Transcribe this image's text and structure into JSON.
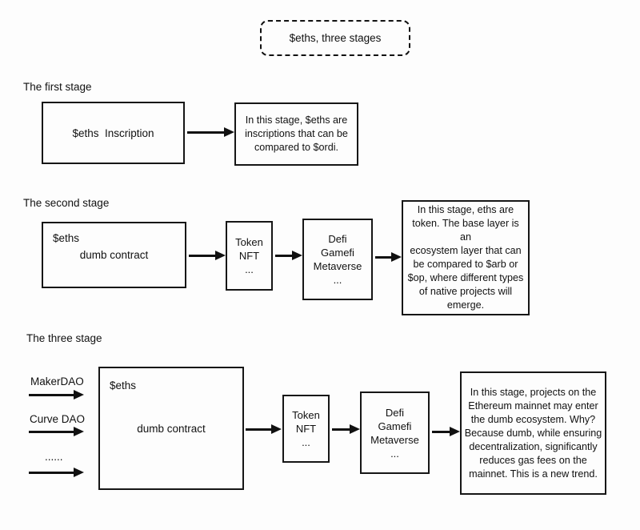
{
  "colors": {
    "ink": "#111111",
    "background": "#fdfdfd"
  },
  "title": {
    "label": "$eths, three stages"
  },
  "stage1": {
    "label": "The first stage",
    "main_box": "$eths  Inscription",
    "note": "In this stage, $eths are\ninscriptions that can be\ncompared to $ordi."
  },
  "stage2": {
    "label": "The second stage",
    "tag": "$eths",
    "main_box": "dumb contract",
    "token_box": "Token\nNFT\n...",
    "defi_box": "Defi\nGamefi\nMetaverse\n...",
    "note": "In this stage, eths are\ntoken. The base layer is an\necosystem layer that can\nbe compared to $arb or\n$op, where different types\nof native projects will\nemerge."
  },
  "stage3": {
    "label": "The three stage",
    "inputs": [
      "MakerDAO",
      "Curve DAO",
      "......"
    ],
    "tag": "$eths",
    "main_box": "dumb contract",
    "token_box": "Token\nNFT\n...",
    "defi_box": "Defi\nGamefi\nMetaverse\n...",
    "note": "In this stage, projects on the\nEthereum mainnet may enter\nthe dumb ecosystem. Why?\nBecause dumb, while ensuring\ndecentralization, significantly\nreduces gas fees on the\nmainnet. This is a new trend."
  }
}
